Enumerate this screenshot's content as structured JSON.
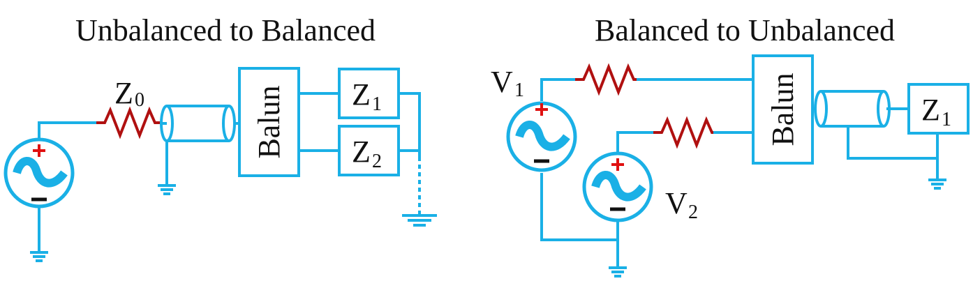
{
  "left": {
    "title": "Unbalanced to Balanced",
    "resistor_label": "Z",
    "resistor_sub": "0",
    "balun_label": "Balun",
    "load1_label": "Z",
    "load1_sub": "1",
    "load2_label": "Z",
    "load2_sub": "2"
  },
  "right": {
    "title": "Balanced to Unbalanced",
    "source1_label": "V",
    "source1_sub": "1",
    "source2_label": "V",
    "source2_sub": "2",
    "balun_label": "Balun",
    "load_label": "Z",
    "load_sub": "1"
  },
  "colors": {
    "wire": "#1ab0e6",
    "resistor": "#b01010",
    "plus": "#e01010",
    "text": "#111111"
  }
}
